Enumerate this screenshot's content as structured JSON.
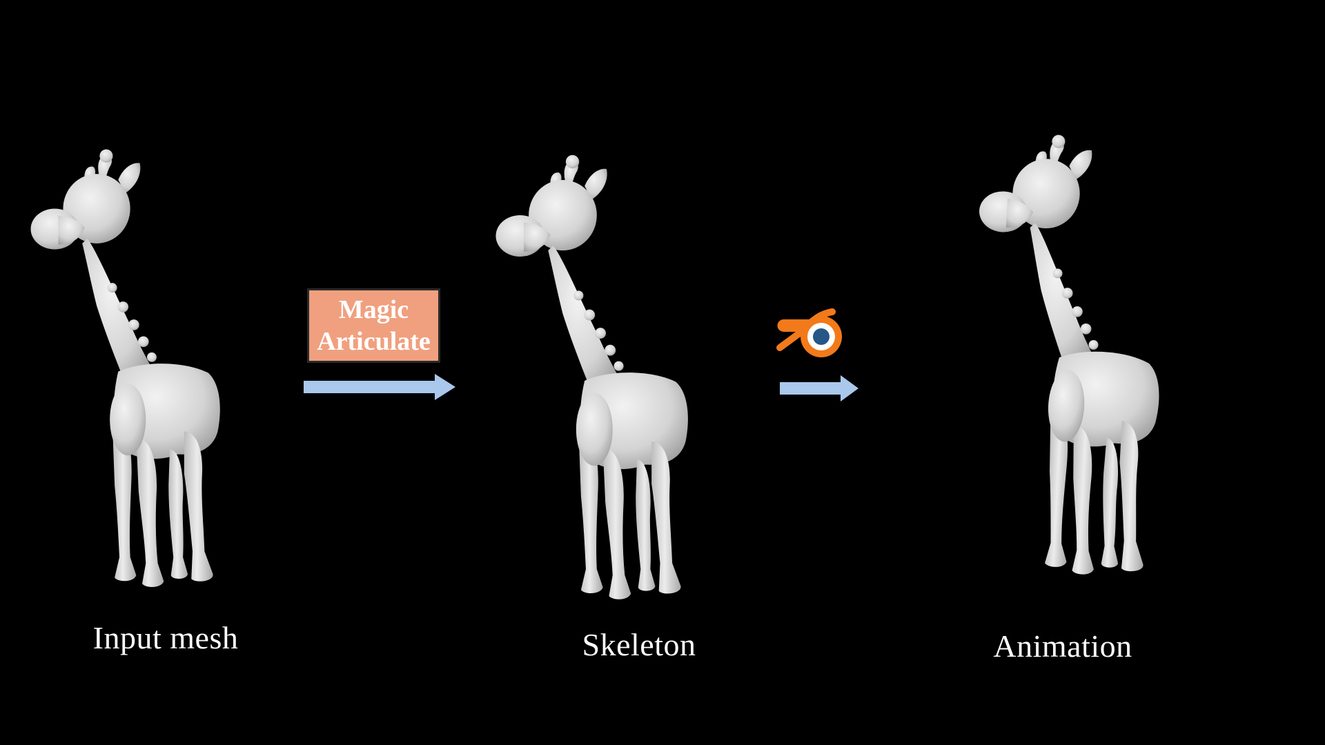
{
  "stages": [
    {
      "caption": "Input mesh"
    },
    {
      "caption": "Skeleton"
    },
    {
      "caption": "Animation"
    }
  ],
  "method_box": {
    "line1": "Magic",
    "line2": "Articulate",
    "color": "#f0a07f"
  },
  "arrow_color": "#a9c8ec",
  "blender": {
    "icon": "blender-logo-icon",
    "outer_color": "#f27a1a",
    "inner_color": "#265787"
  },
  "mesh_color": "#d9d9d9",
  "background": "#000000"
}
